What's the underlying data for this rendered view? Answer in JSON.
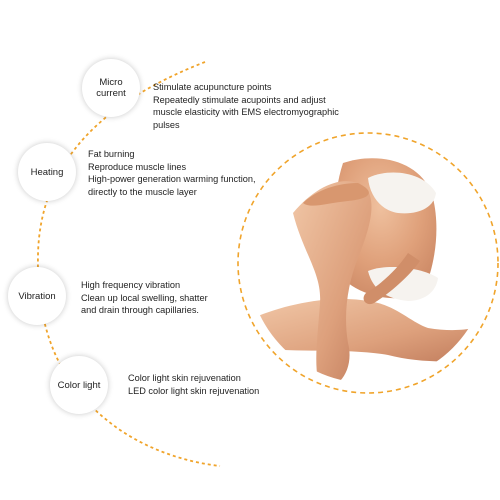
{
  "colors": {
    "accent": "#F0A42B",
    "background": "#FFFFFF",
    "skin": "#E0A17C",
    "garment": "#F6F3EF"
  },
  "features": [
    {
      "title": "Micro current",
      "lines": [
        "Stimulate acupuncture points",
        "Repeatedly stimulate acupoints and adjust",
        "muscle elasticity with EMS electromyographic",
        "pulses"
      ]
    },
    {
      "title": "Heating",
      "lines": [
        "Fat burning",
        "Reproduce muscle lines",
        "High-power generation warming function,",
        "directly to the muscle layer"
      ]
    },
    {
      "title": "Vibration",
      "lines": [
        "High frequency vibration",
        "Clean up local swelling, shatter",
        "and drain through capillaries."
      ]
    },
    {
      "title": "Color light",
      "lines": [
        "Color light skin rejuvenation",
        "LED color light skin rejuvenation"
      ]
    }
  ]
}
